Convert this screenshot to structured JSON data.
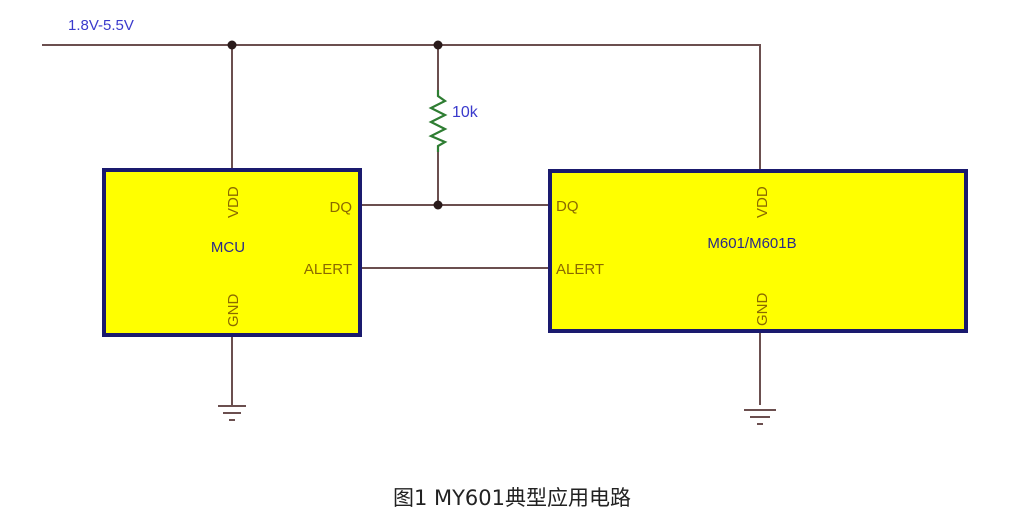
{
  "supply_label": "1.8V-5.5V",
  "resistor_label": "10k",
  "mcu": {
    "name": "MCU",
    "pins": {
      "vdd": "VDD",
      "gnd": "GND",
      "dq": "DQ",
      "alert": "ALERT"
    }
  },
  "sensor": {
    "name": "M601/M601B",
    "pins": {
      "vdd": "VDD",
      "gnd": "GND",
      "dq": "DQ",
      "alert": "ALERT"
    }
  },
  "caption": "图1 MY601典型应用电路",
  "colors": {
    "wire": "#6b4f4f",
    "box_fill": "#ffff00",
    "box_border": "#1a1a6e",
    "pin_text": "#8a6a00",
    "name_text": "#2a2a8a",
    "net_text": "#3a3acc",
    "resistor": "#2e7d32"
  }
}
